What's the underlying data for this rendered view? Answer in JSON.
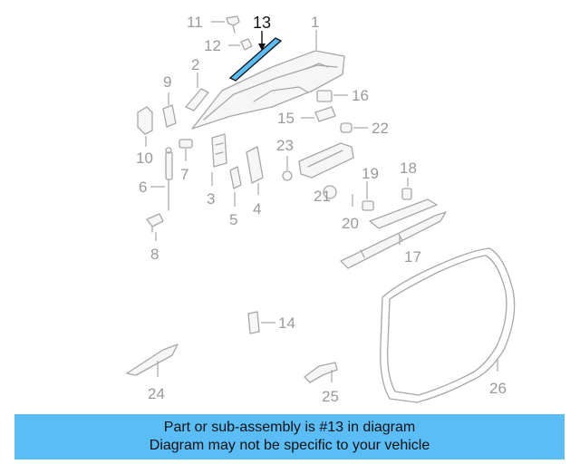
{
  "diagram": {
    "callouts": {
      "c1": "1",
      "c2": "2",
      "c3": "3",
      "c4": "4",
      "c5": "5",
      "c6": "6",
      "c7": "7",
      "c8": "8",
      "c9": "9",
      "c10": "10",
      "c11": "11",
      "c12": "12",
      "c13": "13",
      "c14": "14",
      "c15": "15",
      "c16": "16",
      "c17": "17",
      "c18": "18",
      "c19": "19",
      "c20": "20",
      "c21": "21",
      "c22": "22",
      "c23": "23",
      "c24": "24",
      "c25": "25",
      "c26": "26"
    },
    "highlighted_part": "13",
    "highlight_color": "#5bbdf5",
    "line_color": "#a7a7a7"
  },
  "banner": {
    "line1": "Part or sub-assembly is #13 in diagram",
    "line2": "Diagram may not be specific to your vehicle",
    "color": "#5bbdf5"
  }
}
